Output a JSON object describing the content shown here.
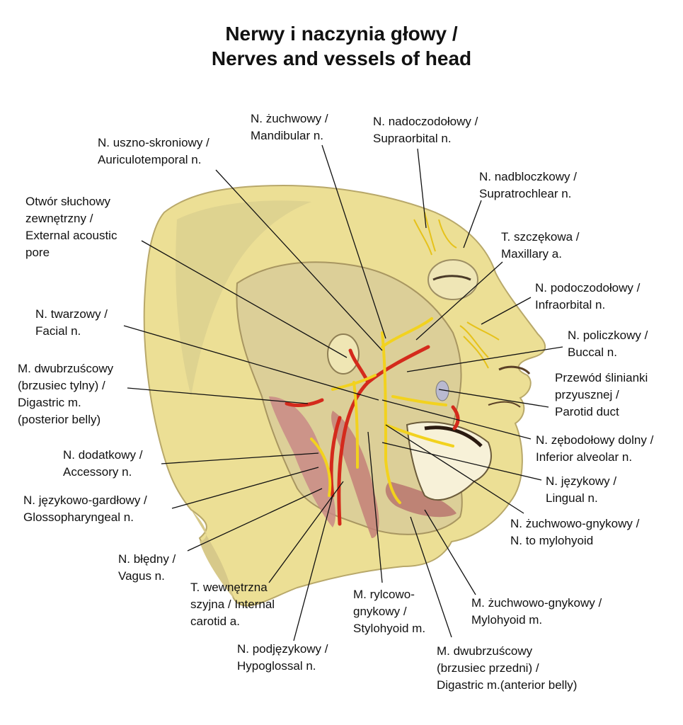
{
  "title": {
    "line1": "Nerwy i naczynia głowy /",
    "line2": "Nerves and vessels of head"
  },
  "colors": {
    "skin": "#ecdf95",
    "skin_shade": "#cfc28a",
    "muscle": "#c98a86",
    "artery": "#d42a1c",
    "nerve": "#f2d21e"
  },
  "labels": {
    "mandibular": [
      "N. żuchwowy /",
      "Mandibular n."
    ],
    "supraorbital": [
      "N. nadoczodołowy /",
      "Supraorbital n."
    ],
    "auriculotemporal": [
      "N. uszno-skroniowy /",
      "Auriculotemporal n."
    ],
    "supratrochlear": [
      "N. nadbloczkowy /",
      "Supratrochlear n."
    ],
    "acoustic": [
      "Otwór słuchowy",
      "zewnętrzny /",
      "External acoustic",
      "pore"
    ],
    "maxillary": [
      "T. szczękowa /",
      "Maxillary a."
    ],
    "infraorbital": [
      "N. podoczodołowy /",
      "Infraorbital n."
    ],
    "facial": [
      "N. twarzowy /",
      "Facial n."
    ],
    "buccal": [
      "N. policzkowy /",
      "Buccal n."
    ],
    "digastric_post": [
      "M. dwubrzuścowy",
      "(brzusiec tylny) /",
      "Digastric m.",
      "(posterior belly)"
    ],
    "parotid": [
      "Przewód ślinianki",
      "przyusznej /",
      "Parotid duct"
    ],
    "inf_alveolar": [
      "N. zębodołowy dolny /",
      "Inferior alveolar  n."
    ],
    "accessory": [
      "N. dodatkowy /",
      "Accessory n."
    ],
    "lingual": [
      "N. językowy /",
      "Lingual n."
    ],
    "glossopharyngeal": [
      "N. językowo-gardłowy /",
      "Glossopharyngeal n."
    ],
    "mylohyoid_n": [
      "N. żuchwowo-gnykowy /",
      "N. to mylohyoid"
    ],
    "vagus": [
      "N. błędny /",
      "Vagus n."
    ],
    "carotid": [
      "T. wewnętrzna",
      "szyjna / Internal",
      "carotid a."
    ],
    "stylohyoid": [
      "M. rylcowo-",
      "gnykowy /",
      "Stylohyoid m."
    ],
    "mylohyoid_m": [
      "M. żuchwowo-gnykowy /",
      "Mylohyoid m."
    ],
    "hypoglossal": [
      "N. podjęzykowy /",
      "Hypoglossal n."
    ],
    "digastric_ant": [
      "M. dwubrzuścowy",
      "(brzusiec przedni) /",
      "Digastric m.(anterior belly)"
    ]
  }
}
